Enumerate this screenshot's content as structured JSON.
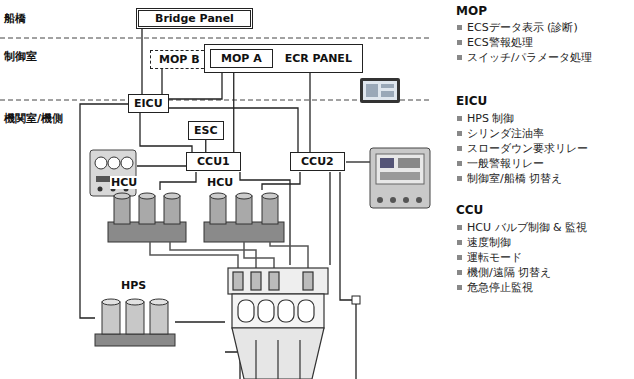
{
  "diagram": {
    "nodes": [
      {
        "text": [
          "Bridge Panel"
        ]
      },
      {
        "text": [
          "MOP B"
        ]
      },
      {
        "text": [
          "ECR PANEL"
        ]
      },
      {
        "text": [
          "MOP A"
        ],
        "in": 2
      },
      {
        "text": [
          "EICU"
        ]
      },
      {
        "text": [
          "ESC"
        ]
      },
      {
        "text": [
          "CCU1"
        ]
      },
      {
        "text": [
          "CCU2"
        ]
      }
    ],
    "edges": [
      {
        "from": 0,
        "to": 4,
        "arrow": "none"
      },
      {
        "from": 1,
        "to": 4,
        "arrow": "none"
      },
      {
        "from": 3,
        "to": 4,
        "arrow": "none"
      },
      {
        "from": 2,
        "to": 6,
        "arrow": "none"
      },
      {
        "from": 2,
        "to": 7,
        "arrow": "none"
      },
      {
        "from": 4,
        "to": 6,
        "arrow": "none"
      },
      {
        "from": 4,
        "to": 7,
        "arrow": "none"
      },
      {
        "from": 5,
        "to": 6,
        "arrow": "none"
      }
    ],
    "labels": [
      "船橋",
      "制御室",
      "機関室/機側",
      "HCU",
      "HCU",
      "HPS",
      "MOP",
      "ECSデータ表示 (診断)",
      "ECS警報処理",
      "スイッチ/パラメータ処理",
      "EICU",
      "HPS 制御",
      "シリンダ注油率",
      "スローダウン要求リレー",
      "一般警報リレー",
      "制御室/船橋 切替え",
      "CCU",
      "HCU バルブ制御 & 監視",
      "速度制御",
      "運転モード",
      "機側/遠隔 切替え",
      "危急停止監視"
    ]
  }
}
